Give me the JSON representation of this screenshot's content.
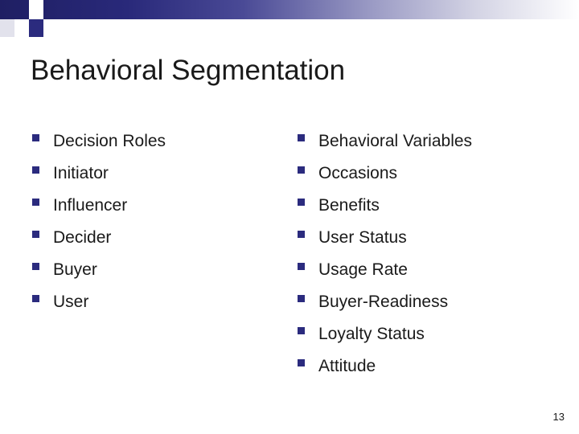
{
  "slide": {
    "title": "Behavioral Segmentation",
    "page_number": "13",
    "accent_color": "#2b2b7e",
    "columns": [
      {
        "name": "decision-roles",
        "items": [
          "Decision Roles",
          "Initiator",
          "Influencer",
          "Decider",
          "Buyer",
          "User"
        ]
      },
      {
        "name": "behavioral-variables",
        "items": [
          "Behavioral Variables",
          "Occasions",
          "Benefits",
          "User Status",
          "Usage Rate",
          "Buyer-Readiness",
          "Loyalty Status",
          "Attitude"
        ]
      }
    ]
  }
}
